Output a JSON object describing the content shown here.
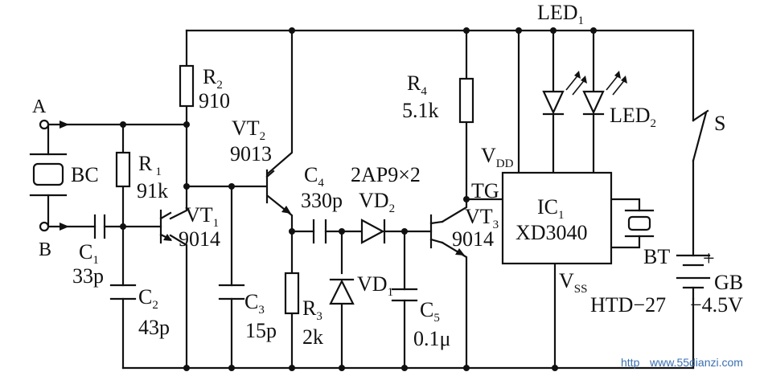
{
  "terminals": {
    "a": "A",
    "b": "B"
  },
  "buzzer": {
    "name": "BC"
  },
  "resistors": {
    "r1": {
      "name": "R",
      "sub": "1",
      "value": "91k"
    },
    "r2": {
      "name": "R",
      "sub": "2",
      "value": "910"
    },
    "r3": {
      "name": "R",
      "sub": "3",
      "value": "2k"
    },
    "r4": {
      "name": "R",
      "sub": "4",
      "value": "5.1k"
    }
  },
  "capacitors": {
    "c1": {
      "name": "C",
      "sub": "1",
      "value": "33p"
    },
    "c2": {
      "name": "C",
      "sub": "2",
      "value": "43p"
    },
    "c3": {
      "name": "C",
      "sub": "3",
      "value": "15p"
    },
    "c4": {
      "name": "C",
      "sub": "4",
      "value": "330p"
    },
    "c5": {
      "name": "C",
      "sub": "5",
      "value": "0.1μ"
    }
  },
  "transistors": {
    "vt1": {
      "name": "VT",
      "sub": "1",
      "part": "9014"
    },
    "vt2": {
      "name": "VT",
      "sub": "2",
      "part": "9013"
    },
    "vt3": {
      "name": "VT",
      "sub": "3",
      "part": "9014"
    }
  },
  "diodes": {
    "pair_label": "2AP9×2",
    "vd1": {
      "name": "VD",
      "sub": "1"
    },
    "vd2": {
      "name": "VD",
      "sub": "2"
    }
  },
  "leds": {
    "led1": {
      "name": "LED",
      "sub": "1"
    },
    "led2": {
      "name": "LED",
      "sub": "2"
    }
  },
  "ic": {
    "name": "IC",
    "sub": "1",
    "part": "XD3040",
    "vdd": "V",
    "vdd_sub": "DD",
    "vss": "V",
    "vss_sub": "SS",
    "tg": "TG"
  },
  "bt": {
    "name": "BT"
  },
  "switch": {
    "name": "S"
  },
  "battery": {
    "name": "GB",
    "plus": "+",
    "model": "HTD−27",
    "voltage": "−4.5V"
  },
  "watermark": {
    "prefix": "http",
    "site": "www.55dianzi.com"
  }
}
